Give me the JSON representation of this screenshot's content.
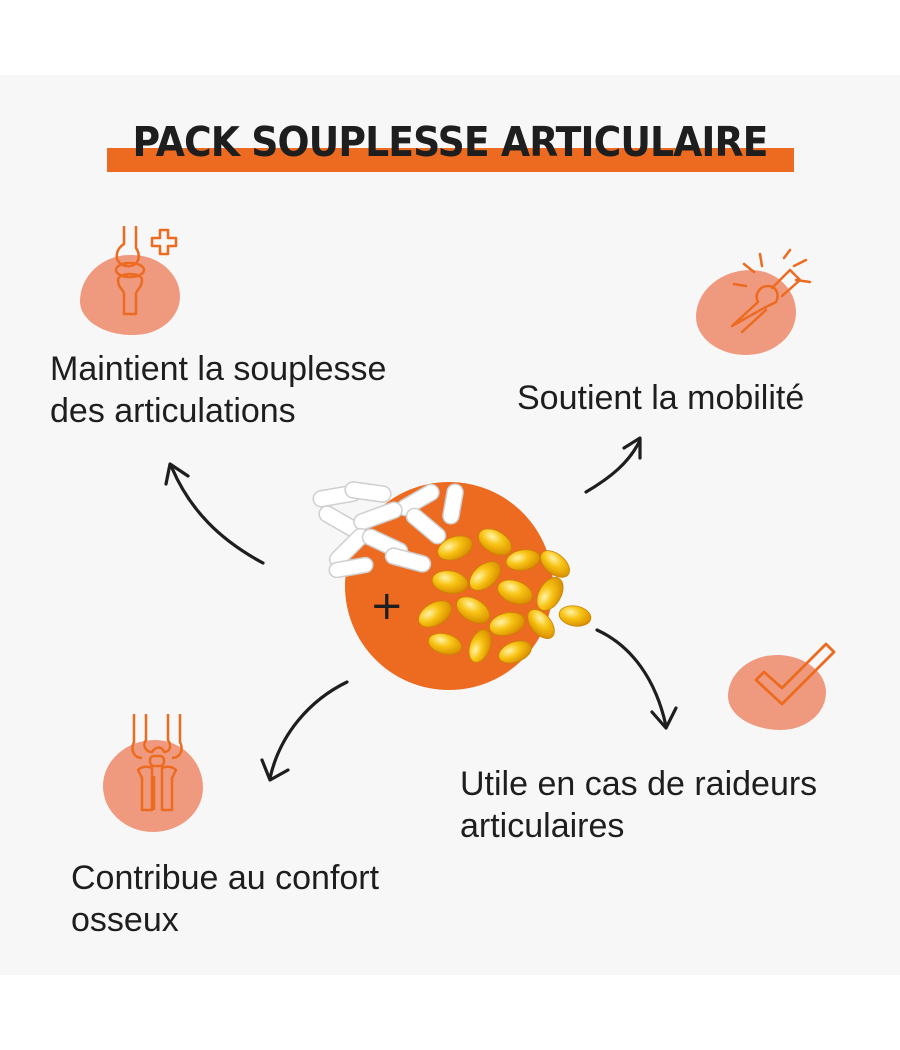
{
  "header": {
    "title": "PACK SOUPLESSE ARTICULAIRE"
  },
  "center": {
    "plus": "+",
    "products": [
      "capsules-icon",
      "softgels-icon"
    ]
  },
  "benefits": {
    "flexibility": {
      "line1": "Maintient la souplesse",
      "line2": "des articulations",
      "icon": "joint-plus-icon"
    },
    "mobility": {
      "line1": "Soutient la mobilité",
      "icon": "mobility-knee-icon"
    },
    "stiffness": {
      "line1": "Utile en cas de raideurs",
      "line2": "articulaires",
      "icon": "checkmark-icon"
    },
    "bone": {
      "line1": "Contribue au confort",
      "line2": "osseux",
      "icon": "knee-bones-icon"
    }
  },
  "colors": {
    "accent": "#ec6b20",
    "blob": "#ef9a7e",
    "softgel": "#f5b80c",
    "text": "#1e1e1e",
    "panel": "#f7f7f7"
  }
}
